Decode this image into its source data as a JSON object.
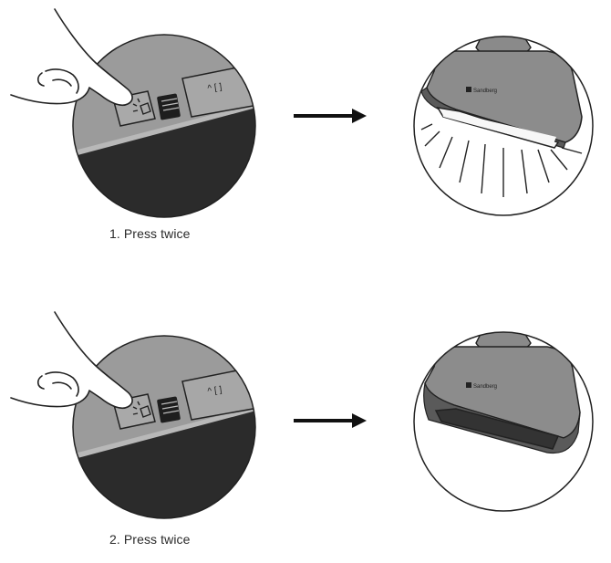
{
  "steps": [
    {
      "caption": "1. Press twice",
      "light_state": "on"
    },
    {
      "caption": "2. Press twice",
      "light_state": "off"
    }
  ],
  "device": {
    "brand": "Sandberg"
  },
  "icons": [
    "hand-icon",
    "light-button-icon",
    "battery-icon",
    "arrow-right-icon"
  ],
  "colors": {
    "device_gray": "#8a8a8a",
    "device_dark": "#2b2b2b",
    "light_panel_on": "#f7f7f7",
    "light_panel_off": "#333333"
  }
}
